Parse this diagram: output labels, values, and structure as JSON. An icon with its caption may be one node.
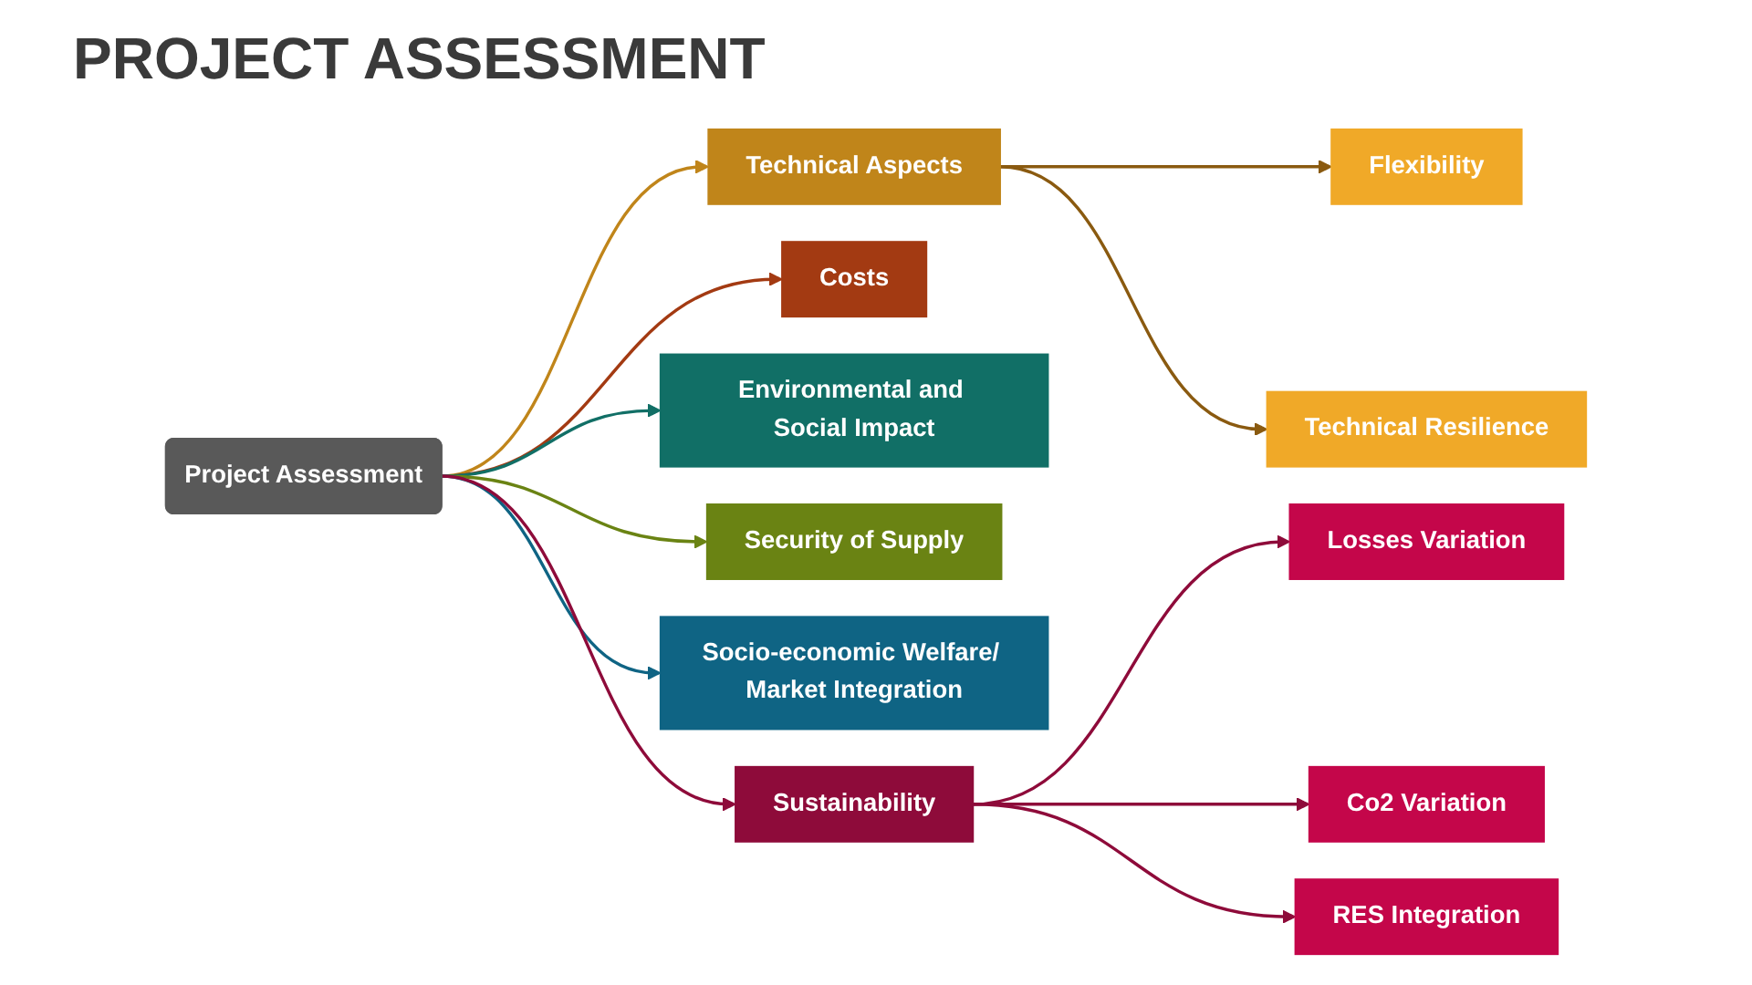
{
  "diagram": {
    "title": "PROJECT ASSESSMENT",
    "nodes": [
      {
        "text": [
          "Project Assessment"
        ]
      },
      {
        "text": [
          "Technical Aspects"
        ]
      },
      {
        "text": [
          "Costs"
        ]
      },
      {
        "text": [
          "Environmental and Social Impact"
        ]
      },
      {
        "text": [
          "Security of Supply"
        ]
      },
      {
        "text": [
          "Socio-economic Welfare/ Market Integration"
        ]
      },
      {
        "text": [
          "Sustainability"
        ]
      },
      {
        "text": [
          "Flexibility"
        ]
      },
      {
        "text": [
          "Technical Resilience"
        ]
      },
      {
        "text": [
          "Losses Variation"
        ]
      },
      {
        "text": [
          "Co2 Variation"
        ]
      },
      {
        "text": [
          "RES Integration"
        ]
      }
    ],
    "edges": [
      {
        "from": 0,
        "to": 1,
        "arrow": "to",
        "color": "#c0851a"
      },
      {
        "from": 0,
        "to": 2,
        "arrow": "to",
        "color": "#a33a12"
      },
      {
        "from": 0,
        "to": 3,
        "arrow": "to",
        "color": "#116f66"
      },
      {
        "from": 0,
        "to": 4,
        "arrow": "to",
        "color": "#6a8313"
      },
      {
        "from": 0,
        "to": 5,
        "arrow": "to",
        "color": "#0f6484"
      },
      {
        "from": 0,
        "to": 6,
        "arrow": "to",
        "color": "#8e0b3a"
      },
      {
        "from": 1,
        "to": 7,
        "arrow": "to",
        "color": "#8a5a10"
      },
      {
        "from": 1,
        "to": 8,
        "arrow": "to",
        "color": "#8a5a10"
      },
      {
        "from": 6,
        "to": 9,
        "arrow": "to",
        "color": "#8e0b3a"
      },
      {
        "from": 6,
        "to": 10,
        "arrow": "to",
        "color": "#8e0b3a"
      },
      {
        "from": 6,
        "to": 11,
        "arrow": "to",
        "color": "#8e0b3a"
      }
    ]
  }
}
